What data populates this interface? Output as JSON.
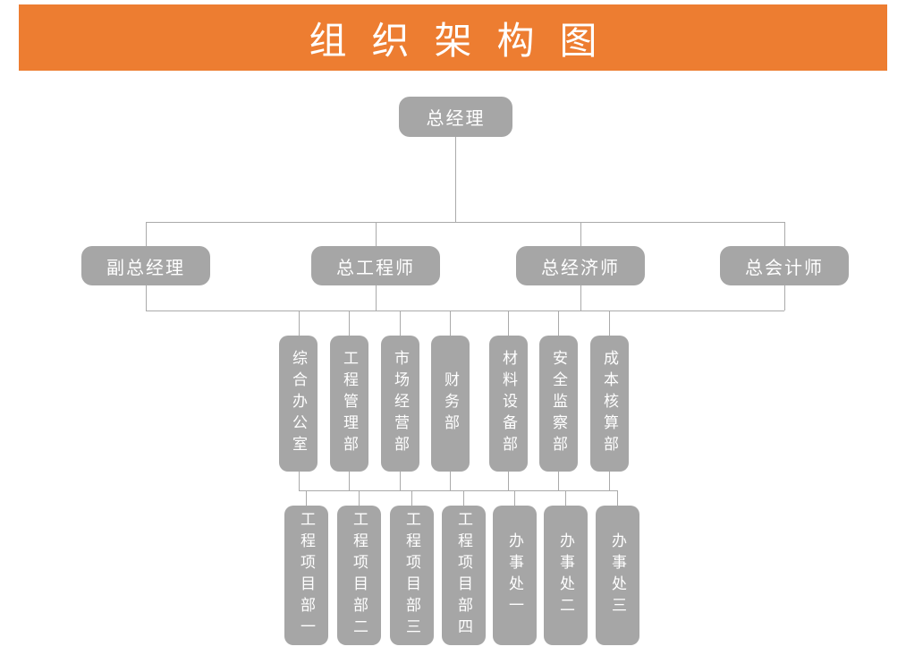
{
  "title": "组织架构图",
  "colors": {
    "header_bg": "#ED7D31",
    "node_fill": "#A6A6A6",
    "node_text": "#FFFFFF",
    "connector": "#AAAAAA"
  },
  "org": {
    "root": {
      "label": "总经理"
    },
    "executives": [
      {
        "label": "副总经理"
      },
      {
        "label": "总工程师"
      },
      {
        "label": "总经济师"
      },
      {
        "label": "总会计师"
      }
    ],
    "departments": [
      {
        "label": "综合办公室"
      },
      {
        "label": "工程管理部"
      },
      {
        "label": "市场经营部"
      },
      {
        "label": "财务部"
      },
      {
        "label": "材料设备部"
      },
      {
        "label": "安全监察部"
      },
      {
        "label": "成本核算部"
      }
    ],
    "units": [
      {
        "label": "工程项目部一"
      },
      {
        "label": "工程项目部二"
      },
      {
        "label": "工程项目部三"
      },
      {
        "label": "工程项目部四"
      },
      {
        "label": "办事处一"
      },
      {
        "label": "办事处二"
      },
      {
        "label": "办事处三"
      }
    ]
  }
}
